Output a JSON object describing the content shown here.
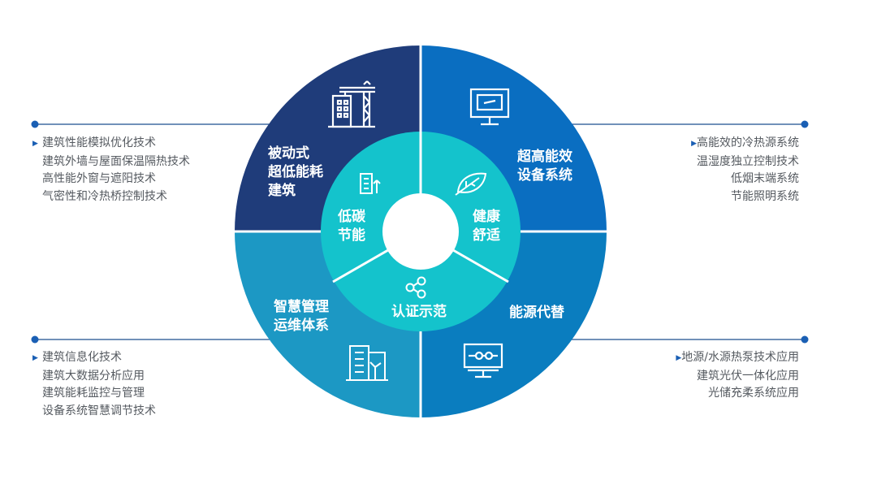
{
  "colors": {
    "quadrant_top_left": "#1f3c7a",
    "quadrant_top_right": "#0a6ec1",
    "quadrant_bottom_left": "#1c98c4",
    "quadrant_bottom_right": "#0a7dbf",
    "inner_ring": "#14c3cc",
    "line": "#1c4f8f",
    "dot": "#1a5fb4",
    "text": "#555a60"
  },
  "outer": {
    "top_left": [
      "被动式",
      "超低能耗",
      "建筑"
    ],
    "top_right": [
      "超高能效",
      "设备系统"
    ],
    "bottom_left": [
      "智慧管理",
      "运维体系"
    ],
    "bottom_right": [
      "能源代替"
    ]
  },
  "inner": {
    "left": [
      "低碳",
      "节能"
    ],
    "right": [
      "健康",
      "舒适"
    ],
    "bottom": [
      "认证示范"
    ]
  },
  "icons": {
    "top_left": "building-crane-icon",
    "top_right": "monitor-icon",
    "bottom_left": "building-wind-turbine-icon",
    "bottom_right": "screen-circuit-icon",
    "inner_left": "building-up-arrow-icon",
    "inner_right": "leaf-icon",
    "inner_bottom": "share-nodes-icon"
  },
  "lists": {
    "top_left": [
      "建筑性能模拟优化技术",
      "建筑外墙与屋面保温隔热技术",
      "高性能外窗与遮阳技术",
      "气密性和冷热桥控制技术"
    ],
    "top_right": [
      "高能效的冷热源系统",
      "温湿度独立控制技术",
      "低烟末端系统",
      "节能照明系统"
    ],
    "bottom_left": [
      "建筑信息化技术",
      "建筑大数据分析应用",
      "建筑能耗监控与管理",
      "设备系统智慧调节技术"
    ],
    "bottom_right": [
      "地源/水源热泵技术应用",
      "建筑光伏一体化应用",
      "光储充柔系统应用"
    ]
  }
}
